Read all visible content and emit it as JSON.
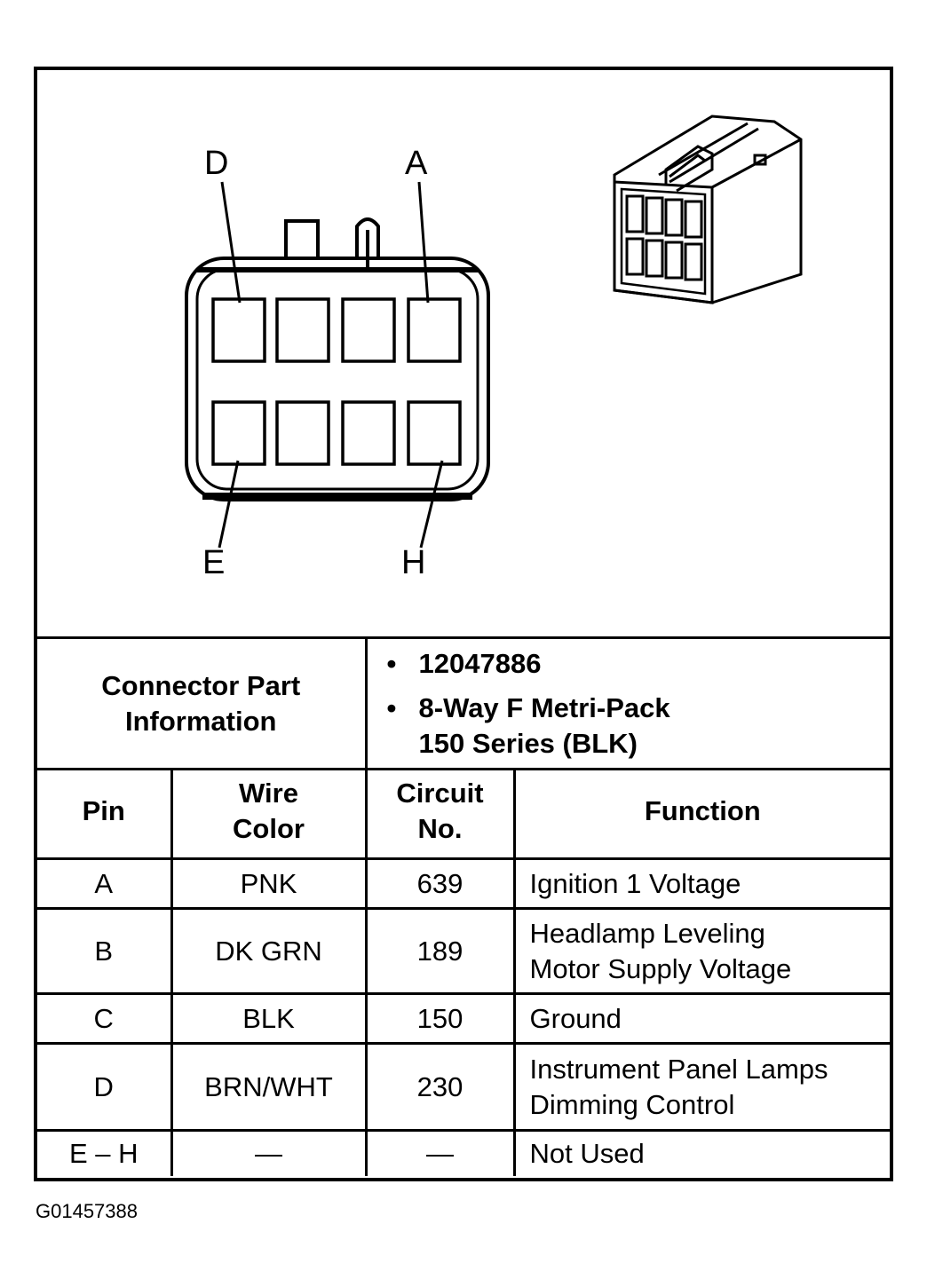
{
  "pin_labels": {
    "d": "D",
    "a": "A",
    "e": "E",
    "h": "H"
  },
  "connector_info": {
    "title_line1": "Connector Part",
    "title_line2": "Information",
    "items": [
      {
        "line1": "12047886",
        "line2": ""
      },
      {
        "line1": "8-Way F Metri-Pack",
        "line2": "150 Series (BLK)"
      }
    ]
  },
  "table": {
    "headers": {
      "pin": "Pin",
      "wire_color_line1": "Wire",
      "wire_color_line2": "Color",
      "circuit_line1": "Circuit",
      "circuit_line2": "No.",
      "function": "Function"
    },
    "rows": [
      {
        "pin": "A",
        "wire": "PNK",
        "circuit": "639",
        "function_line1": "Ignition 1 Voltage",
        "function_line2": ""
      },
      {
        "pin": "B",
        "wire": "DK GRN",
        "circuit": "189",
        "function_line1": "Headlamp Leveling",
        "function_line2": "Motor Supply Voltage"
      },
      {
        "pin": "C",
        "wire": "BLK",
        "circuit": "150",
        "function_line1": "Ground",
        "function_line2": ""
      },
      {
        "pin": "D",
        "wire": "BRN/WHT",
        "circuit": "230",
        "function_line1": "Instrument Panel Lamps",
        "function_line2": "Dimming Control"
      },
      {
        "pin": "E – H",
        "wire": "—",
        "circuit": "—",
        "function_line1": "Not Used",
        "function_line2": ""
      }
    ]
  },
  "figure_id": "G01457388"
}
